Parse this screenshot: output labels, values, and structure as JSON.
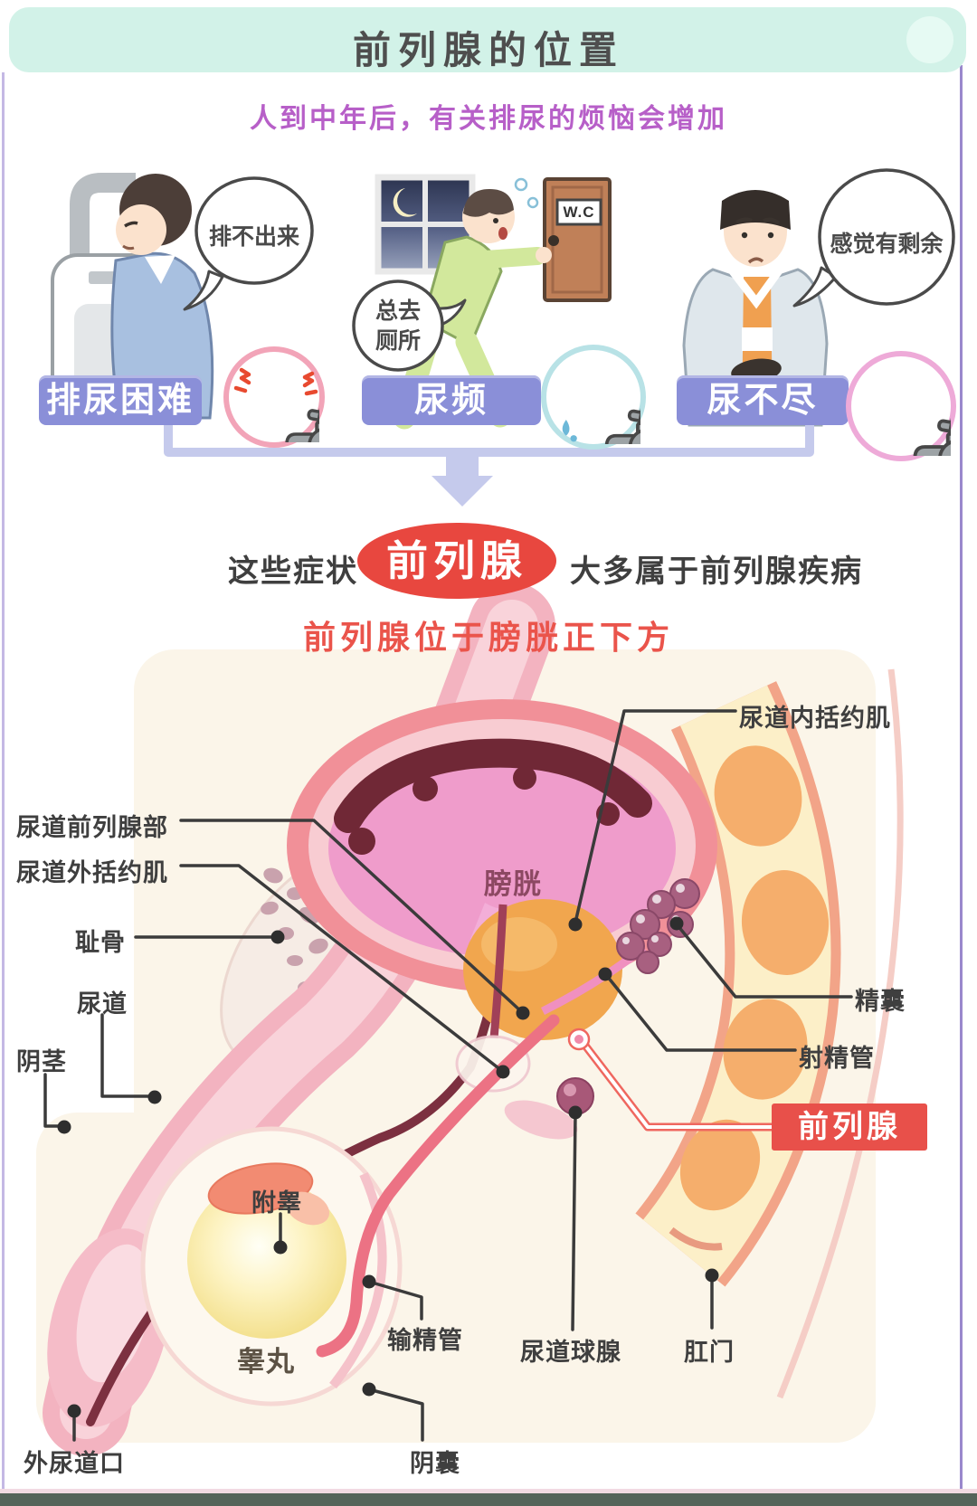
{
  "page": {
    "title": "前列腺的位置",
    "subtitle": "人到中年后，有关排尿的烦恼会增加"
  },
  "symptoms": {
    "scene1": {
      "bubble": "排不出来",
      "label": "排尿困难",
      "icon": "faucet-blocked-icon"
    },
    "scene2": {
      "bubble_line1": "总去",
      "bubble_line2": "厕所",
      "label": "尿频",
      "door_sign": "W.C",
      "icon": "faucet-dripping-icon"
    },
    "scene3": {
      "bubble": "感觉有剩余",
      "label": "尿不尽",
      "icon": "faucet-icon"
    }
  },
  "conclusion": {
    "prefix": "这些症状",
    "highlight": "前列腺",
    "suffix": "大多属于前列腺疾病",
    "caption": "前列腺位于膀胱正下方"
  },
  "anatomy": {
    "bladder": "膀胱",
    "testis": "睾丸",
    "prostate": "前列腺",
    "labels": {
      "internal_sphincter": "尿道内括约肌",
      "prostatic_urethra": "尿道前列腺部",
      "external_sphincter": "尿道外括约肌",
      "pubic_bone": "耻骨",
      "urethra": "尿道",
      "penis": "阴茎",
      "seminal_vesicle": "精囊",
      "ejaculatory_duct": "射精管",
      "epididymis": "附睾",
      "vas_deferens": "输精管",
      "bulbourethral_gland": "尿道球腺",
      "anus": "肛门",
      "external_urethral_orifice": "外尿道口",
      "scrotum": "阴囊"
    }
  },
  "colors": {
    "title_bar_bg": "#d2f2e8",
    "subtitle_text": "#b75fc8",
    "symptom_bar_bg": "#8a8fd8",
    "bracket_arrow": "#c5caec",
    "highlight_ellipse": "#e8473f",
    "caption_red": "#ea544b",
    "prostate_box_bg": "#e8504a",
    "label_text": "#3f3f3f",
    "bladder_text": "#8c4862",
    "ring_scene1": "#f2a4b8",
    "ring_scene2": "#b8e2e6",
    "ring_scene3": "#eeaad8",
    "bottom_bar": "#55645a"
  }
}
